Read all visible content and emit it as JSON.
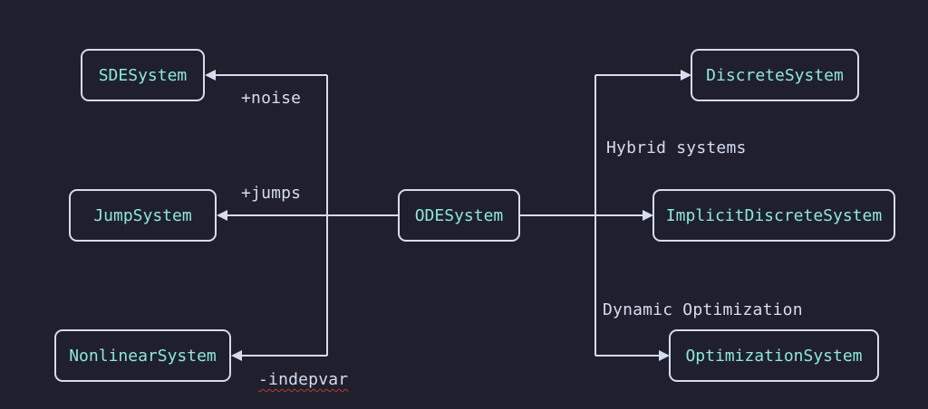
{
  "diagram": {
    "nodes": {
      "ode": "ODESystem",
      "sde": "SDESystem",
      "jump": "JumpSystem",
      "nonlinear": "NonlinearSystem",
      "discrete": "DiscreteSystem",
      "implicit_discrete": "ImplicitDiscreteSystem",
      "optimization": "OptimizationSystem"
    },
    "edge_labels": {
      "noise": "+noise",
      "jumps": "+jumps",
      "indepvar": "-indepvar",
      "hybrid": "Hybrid systems",
      "dynamic_opt": "Dynamic Optimization"
    },
    "colors": {
      "background": "#1f1f2e",
      "stroke": "#d6dcf0",
      "node_text": "#8ee8d6",
      "label_text": "#d6dcf0"
    }
  }
}
